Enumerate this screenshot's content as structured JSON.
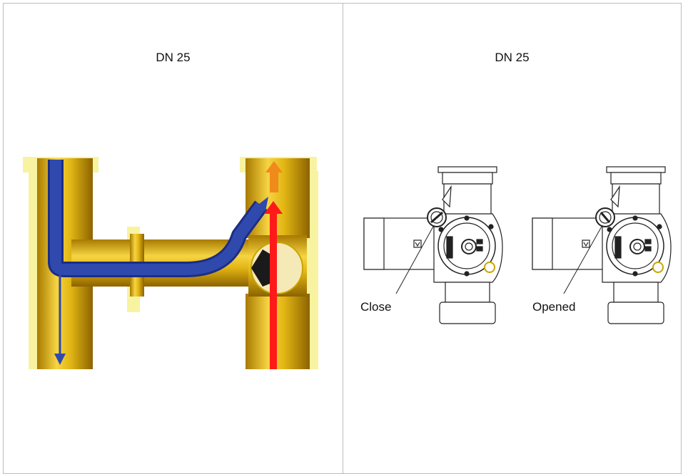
{
  "left_panel": {
    "title": "DN 25"
  },
  "right_panel": {
    "title": "DN 25",
    "valve_close_label": "Close",
    "valve_opened_label": "Opened"
  },
  "colors": {
    "brass": "#d9a800",
    "brass_highlight": "#f4d34a",
    "seal_yellow": "#f7f3a0",
    "flow_blue": "#2a3f9c",
    "flow_red": "#ff1a1a",
    "flow_orange": "#f08a1a",
    "panel_border": "#bdbdbd"
  }
}
